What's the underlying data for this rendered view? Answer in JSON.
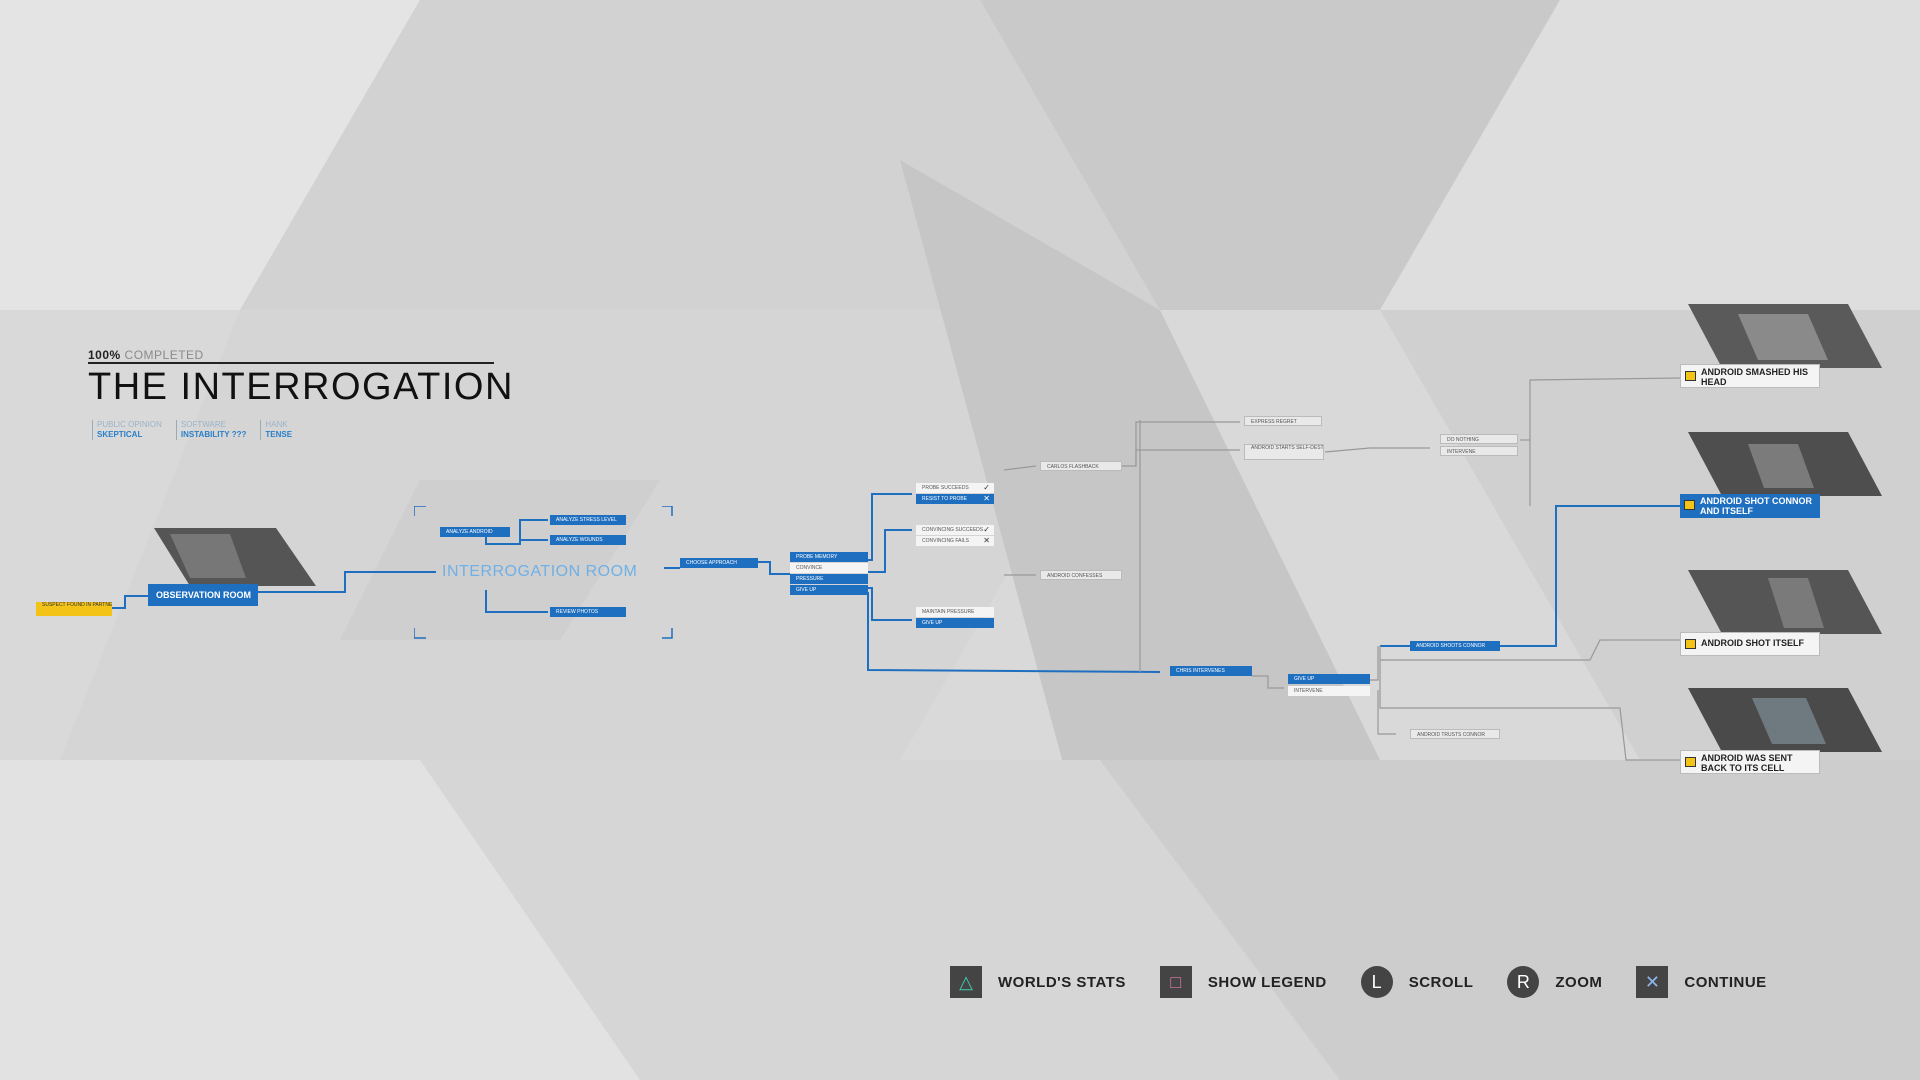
{
  "header": {
    "completion_pct": "100%",
    "completion_label": "COMPLETED",
    "chapter_title": "THE INTERROGATION"
  },
  "stats": [
    {
      "key": "PUBLIC OPINION",
      "value": "SKEPTICAL"
    },
    {
      "key": "SOFTWARE",
      "value": "INSTABILITY ???"
    },
    {
      "key": "HANK",
      "value": "TENSE"
    }
  ],
  "flowchart": {
    "start": "SUSPECT FOUND IN PARTNER",
    "observation": "OBSERVATION ROOM",
    "room": "INTERROGATION ROOM",
    "analyze": "ANALYZE ANDROID",
    "stress": "ANALYZE STRESS LEVEL",
    "wounds": "ANALYZE WOUNDS",
    "photos": "REVIEW PHOTOS",
    "approach": "CHOOSE APPROACH",
    "opt_probe": "PROBE MEMORY",
    "opt_convince": "CONVINCE",
    "opt_pressure": "PRESSURE",
    "opt_giveup": "GIVE UP",
    "probe_success": "PROBE SUCCEEDS",
    "probe_resist": "RESIST TO PROBE",
    "conv_success": "CONVINCING SUCCEEDS",
    "conv_fails": "CONVINCING FAILS",
    "maintain": "MAINTAIN PRESSURE",
    "giveup2": "GIVE UP",
    "flashback": "CARLOS FLASHBACK",
    "confesses": "ANDROID CONFESSES",
    "regret": "EXPRESS REGRET",
    "self_destruct": "ANDROID STARTS SELF-DESTRUCTING",
    "do_nothing": "DO NOTHING",
    "intervene": "INTERVENE",
    "chris": "CHRIS INTERVENES",
    "giveup3": "GIVE UP",
    "intervene2": "INTERVENE",
    "shoots_connor": "ANDROID SHOOTS CONNOR",
    "trusts_connor": "ANDROID TRUSTS CONNOR"
  },
  "endings": {
    "e1": "ANDROID SMASHED HIS HEAD",
    "e2": "ANDROID SHOT CONNOR AND ITSELF",
    "e3": "ANDROID SHOT ITSELF",
    "e4": "ANDROID WAS SENT BACK TO ITS CELL"
  },
  "footer": {
    "stats": "WORLD'S STATS",
    "legend": "SHOW LEGEND",
    "scroll": "SCROLL",
    "zoom": "ZOOM",
    "continue": "CONTINUE"
  },
  "colors": {
    "accent": "#1f6fc0",
    "locked": "#f3c318",
    "text": "#222222"
  }
}
